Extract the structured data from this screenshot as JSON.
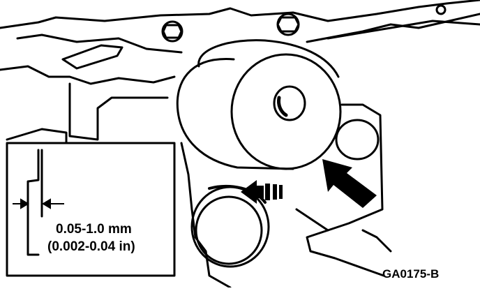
{
  "spec": {
    "metric": "0.05-1.0 mm",
    "imperial": "(0.002-0.04 in)"
  },
  "figure_code": "GA0175-B",
  "colors": {
    "ink": "#000000",
    "paper": "#ffffff"
  }
}
